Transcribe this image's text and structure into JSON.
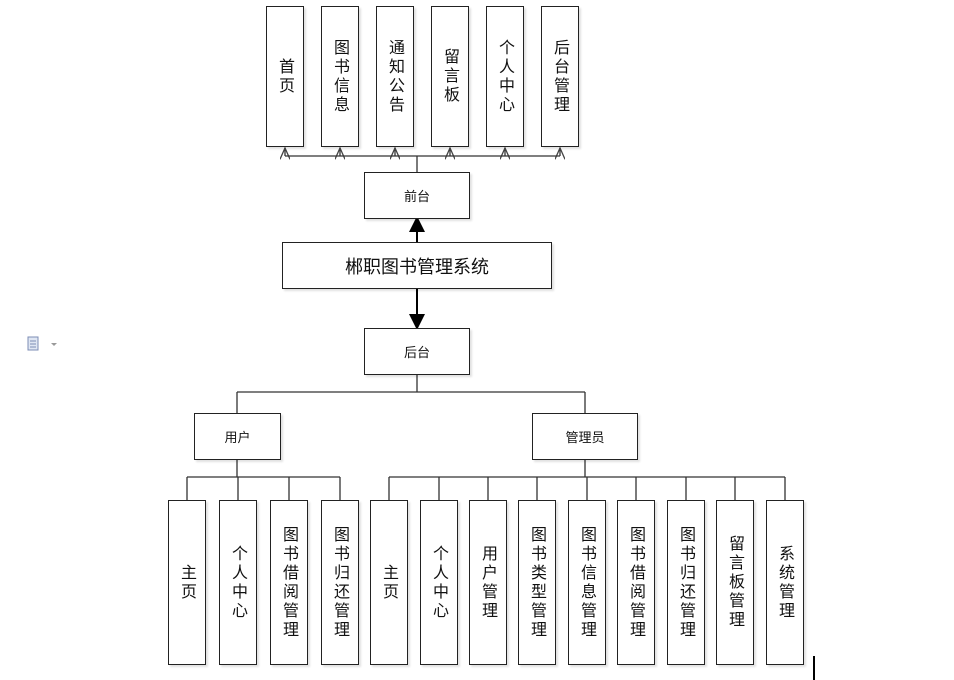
{
  "diagram": {
    "root": "郴职图书管理系统",
    "frontend": {
      "label": "前台",
      "children": [
        "首页",
        "图书信息",
        "通知公告",
        "留言板",
        "个人中心",
        "后台管理"
      ]
    },
    "backend": {
      "label": "后台",
      "user": {
        "label": "用户",
        "children": [
          "主页",
          "个人中心",
          "图书借阅管理",
          "图书归还管理"
        ]
      },
      "admin": {
        "label": "管理员",
        "children": [
          "主页",
          "个人中心",
          "用户管理",
          "图书类型管理",
          "图书信息管理",
          "图书借阅管理",
          "图书归还管理",
          "留言板管理",
          "系统管理"
        ]
      }
    }
  },
  "icons": {
    "paste_options": "document-icon"
  }
}
